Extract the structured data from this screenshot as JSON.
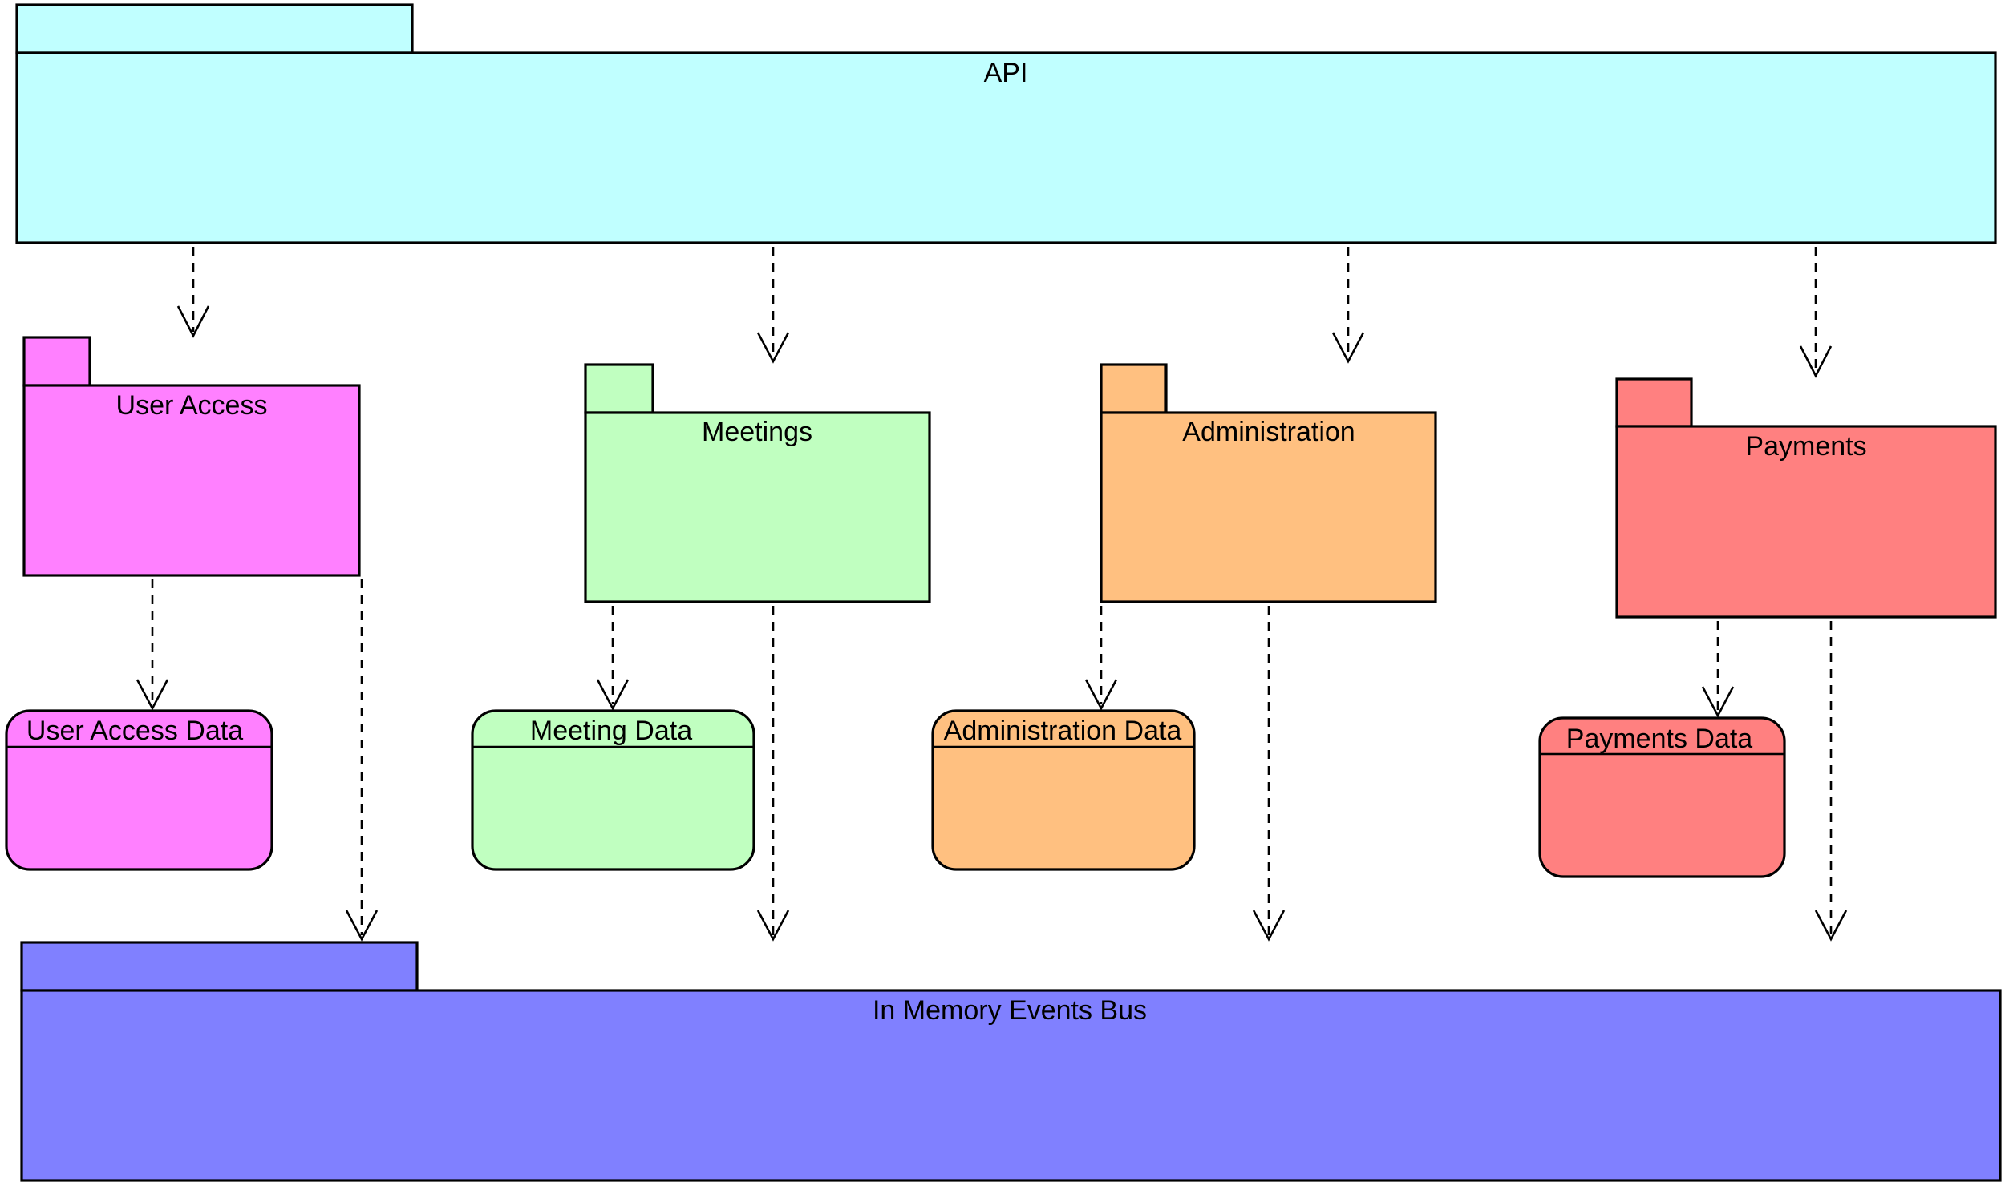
{
  "packages": {
    "api": {
      "label": "API",
      "color": "#C0FFFF"
    },
    "user_access": {
      "label": "User Access",
      "color": "#FF80FF"
    },
    "meetings": {
      "label": "Meetings",
      "color": "#C0FFC0"
    },
    "administration": {
      "label": "Administration",
      "color": "#FFC080"
    },
    "payments": {
      "label": "Payments",
      "color": "#FF8080"
    },
    "events_bus": {
      "label": "In Memory Events Bus",
      "color": "#8080FF"
    }
  },
  "databases": {
    "user_access_data": {
      "label": "User Access Data",
      "color": "#FF80FF"
    },
    "meeting_data": {
      "label": "Meeting Data",
      "color": "#C0FFC0"
    },
    "administration_data": {
      "label": "Administration Data",
      "color": "#FFC080"
    },
    "payments_data": {
      "label": "Payments Data",
      "color": "#FF8080"
    }
  },
  "dependencies": [
    {
      "from": "API",
      "to": "User Access"
    },
    {
      "from": "API",
      "to": "Meetings"
    },
    {
      "from": "API",
      "to": "Administration"
    },
    {
      "from": "API",
      "to": "Payments"
    },
    {
      "from": "User Access",
      "to": "User Access Data"
    },
    {
      "from": "User Access",
      "to": "In Memory Events Bus"
    },
    {
      "from": "Meetings",
      "to": "Meeting Data"
    },
    {
      "from": "Meetings",
      "to": "In Memory Events Bus"
    },
    {
      "from": "Administration",
      "to": "Administration Data"
    },
    {
      "from": "Administration",
      "to": "In Memory Events Bus"
    },
    {
      "from": "Payments",
      "to": "Payments Data"
    },
    {
      "from": "Payments",
      "to": "In Memory Events Bus"
    }
  ]
}
